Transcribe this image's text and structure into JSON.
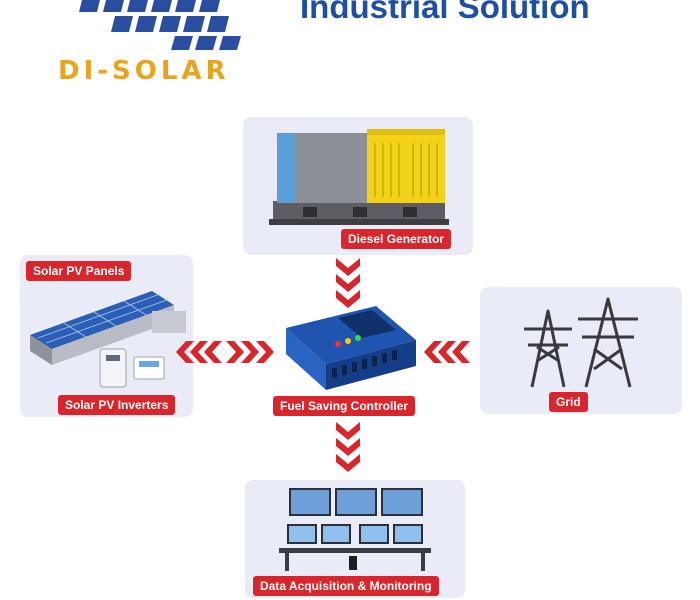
{
  "header": {
    "title": "Industrial Solution",
    "logo_text": "DI-SOLAR"
  },
  "nodes": {
    "diesel_generator": "Diesel Generator",
    "solar_pv_panels": "Solar PV Panels",
    "solar_pv_inverters": "Solar PV Inverters",
    "fuel_saving_controller": "Fuel Saving Controller",
    "grid": "Grid",
    "data_acquisition": "Data Acquisition & Monitoring"
  },
  "colors": {
    "accent_red": "#d9262c",
    "brand_blue": "#1f4fa3",
    "logo_orange": "#e9a41c",
    "panel_bg": "#e9ecf6"
  },
  "icons": [
    "diesel-generator-icon",
    "solar-panel-roof-icon",
    "solar-inverter-icon",
    "controller-box-icon",
    "power-tower-icon",
    "monitoring-station-icon",
    "chevron-arrow-icon"
  ]
}
